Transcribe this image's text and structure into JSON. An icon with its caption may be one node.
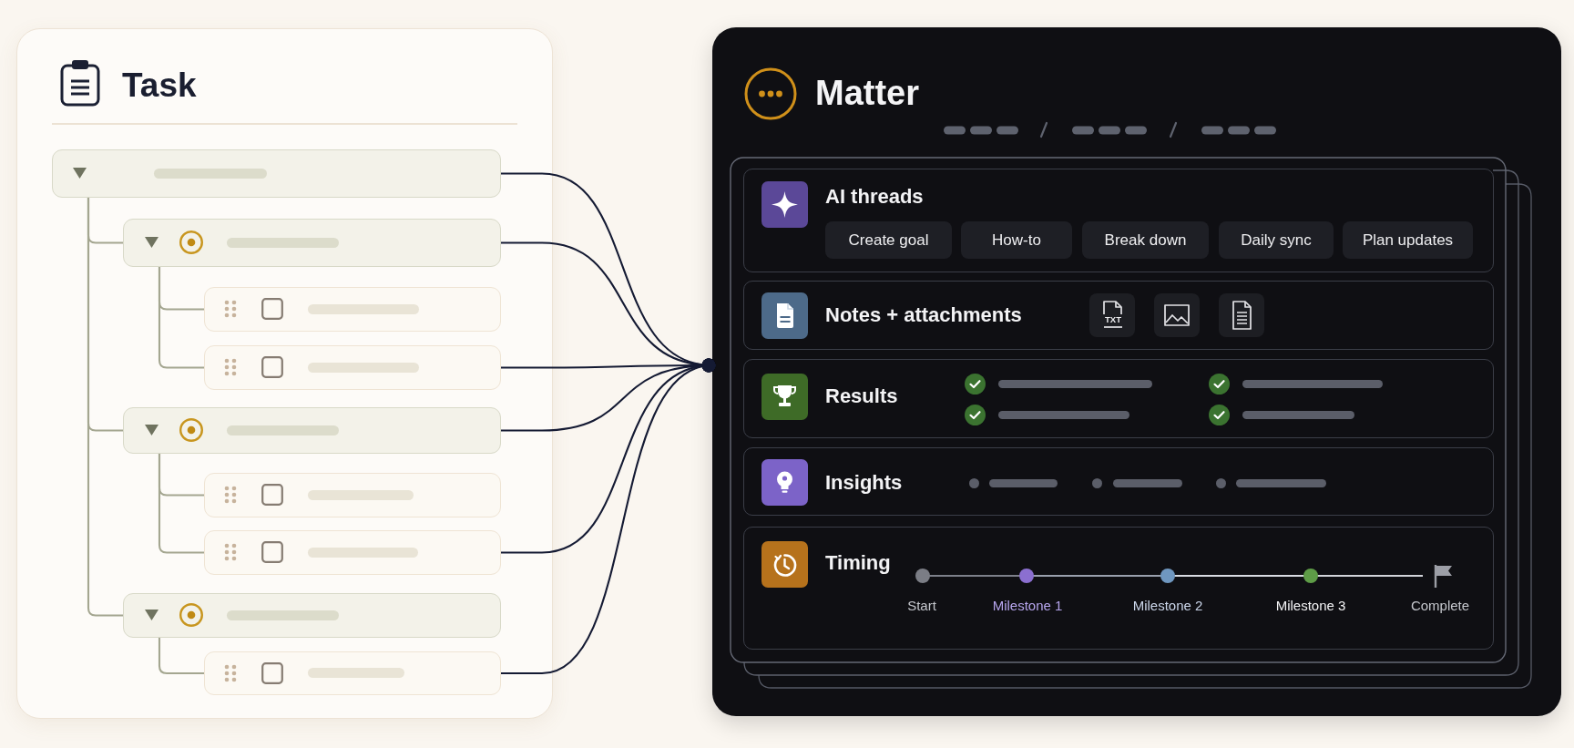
{
  "diagram": {
    "nodes": [
      {
        "text": [
          "Task"
        ]
      },
      {
        "text": [],
        "shape": "box",
        "in": 0
      },
      {
        "text": [],
        "shape": "box",
        "in": 0
      },
      {
        "text": [],
        "shape": "box",
        "in": 0
      },
      {
        "text": [],
        "shape": "box",
        "in": 0
      },
      {
        "text": [],
        "shape": "box",
        "in": 0
      },
      {
        "text": [],
        "shape": "box",
        "in": 0
      },
      {
        "text": [],
        "shape": "box",
        "in": 0
      },
      {
        "text": [],
        "shape": "box",
        "in": 0
      },
      {
        "text": [],
        "shape": "box",
        "in": 0
      },
      {
        "text": [
          "Matter"
        ]
      },
      {
        "text": [
          "AI threads"
        ],
        "in": 10
      },
      {
        "text": [
          "Create goal"
        ],
        "in": 11
      },
      {
        "text": [
          "How-to"
        ],
        "in": 11
      },
      {
        "text": [
          "Break down"
        ],
        "in": 11
      },
      {
        "text": [
          "Daily sync"
        ],
        "in": 11
      },
      {
        "text": [
          "Plan updates"
        ],
        "in": 11
      },
      {
        "text": [
          "Notes + attachments"
        ],
        "in": 10
      },
      {
        "text": [
          "Results"
        ],
        "in": 10
      },
      {
        "text": [
          "Insights"
        ],
        "in": 10
      },
      {
        "text": [
          "Timing"
        ],
        "in": 10
      }
    ],
    "edges": [
      {
        "from": 1,
        "to": 2,
        "arrow": "none"
      },
      {
        "from": 2,
        "to": 3,
        "arrow": "none"
      },
      {
        "from": 2,
        "to": 4,
        "arrow": "none"
      },
      {
        "from": 1,
        "to": 5,
        "arrow": "none"
      },
      {
        "from": 5,
        "to": 6,
        "arrow": "none"
      },
      {
        "from": 5,
        "to": 7,
        "arrow": "none"
      },
      {
        "from": 1,
        "to": 8,
        "arrow": "none"
      },
      {
        "from": 8,
        "to": 9,
        "arrow": "none"
      },
      {
        "from": 1,
        "to": 10,
        "arrow": "other",
        "color": "#141a33"
      },
      {
        "from": 2,
        "to": 10,
        "arrow": "other",
        "color": "#141a33"
      },
      {
        "from": 4,
        "to": 10,
        "arrow": "other",
        "color": "#141a33"
      },
      {
        "from": 5,
        "to": 10,
        "arrow": "other",
        "color": "#141a33"
      },
      {
        "from": 7,
        "to": 10,
        "arrow": "other",
        "color": "#141a33"
      },
      {
        "from": 9,
        "to": 10,
        "arrow": "other",
        "color": "#141a33"
      }
    ],
    "labels": [
      "TXT",
      "Start",
      "Milestone 1",
      "Milestone 2",
      "Milestone 3",
      "Complete"
    ]
  }
}
